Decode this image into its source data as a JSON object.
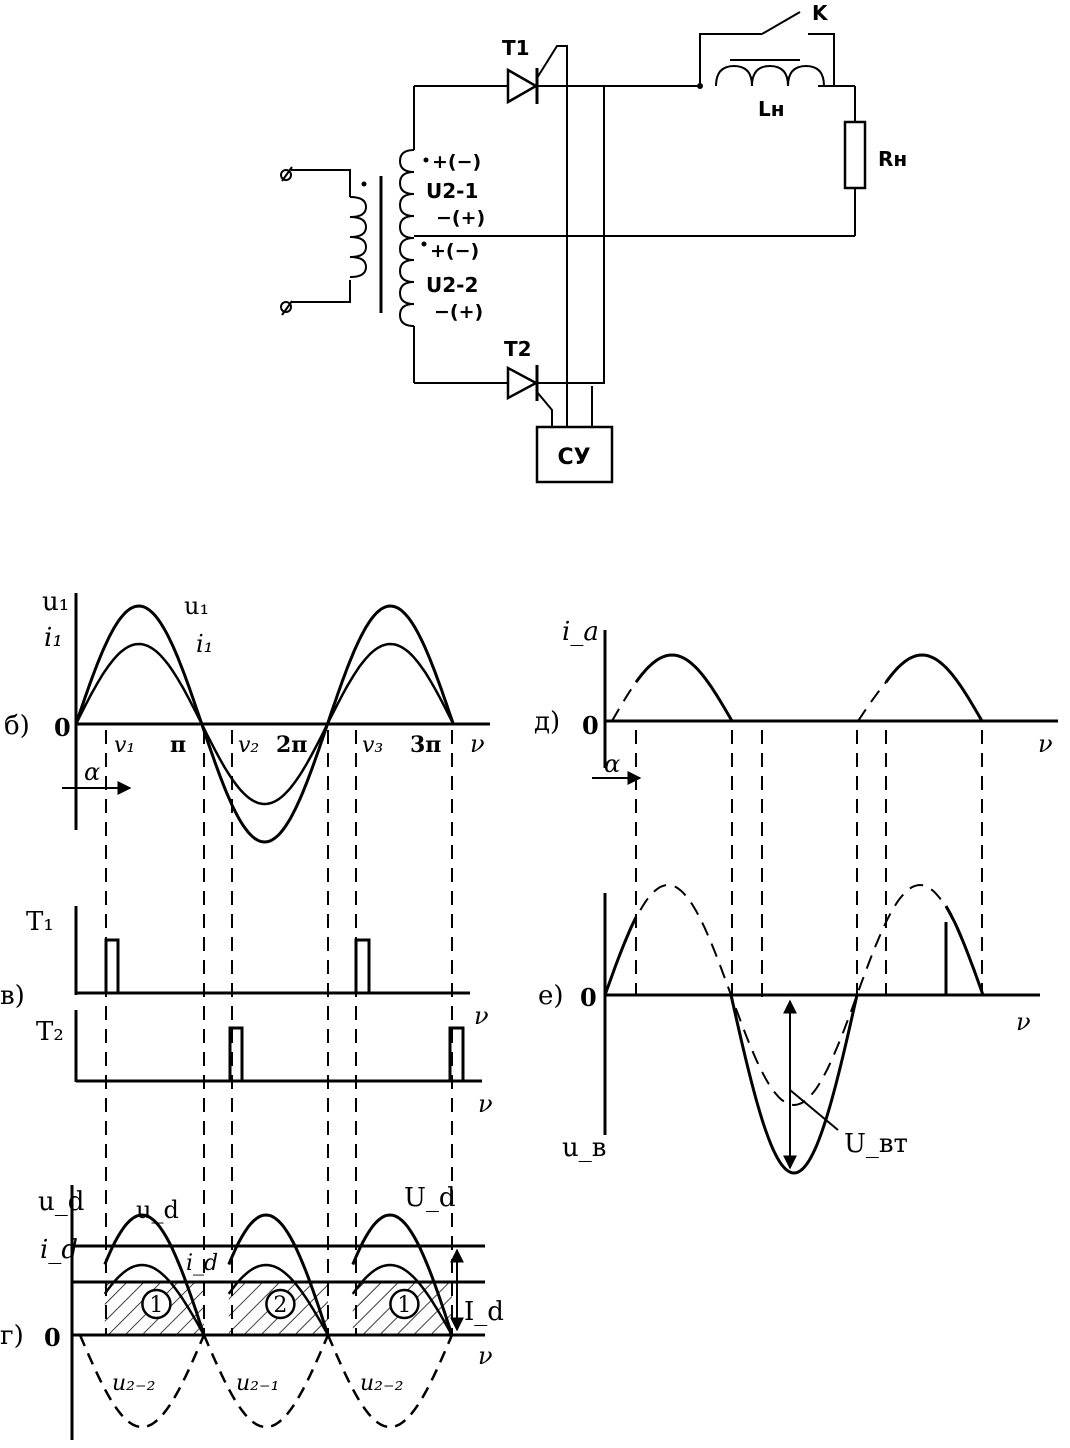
{
  "circuit": {
    "t1": "T1",
    "t2": "T2",
    "k": "K",
    "l_load": "Lн",
    "r_load": "Rн",
    "u21": "U2-1",
    "u22": "U2-2",
    "pol_top_upper": "+(−)",
    "pol_top_lower": "−(+)",
    "pol_bot_upper": "+(−)",
    "pol_bot_lower": "−(+)",
    "control_unit": "СУ"
  },
  "panel_b": {
    "letter": "б)",
    "y_label_top": "u₁",
    "y_label_bottom": "i₁",
    "curve_u": "u₁",
    "curve_i": "i₁",
    "origin": "0",
    "ticks": [
      "v₁",
      "π",
      "v₂",
      "2π",
      "v₃",
      "3π"
    ],
    "x_axis": "ν",
    "alpha": "α"
  },
  "panel_v": {
    "letter": "в)",
    "t1": "T₁",
    "t2": "T₂",
    "x_axis_1": "ν",
    "x_axis_2": "ν"
  },
  "panel_g": {
    "letter": "г)",
    "y_label_top": "u_d",
    "y_label_bottom": "i_d",
    "curve_ud": "u_d",
    "curve_id": "i_d",
    "level_Ud": "U_d",
    "level_Id": "I_d",
    "origin": "0",
    "x_axis": "ν",
    "pulse_labels": [
      "1",
      "2",
      "1"
    ],
    "neg_labels": [
      "u₂₋₂",
      "u₂₋₁",
      "u₂₋₂"
    ]
  },
  "panel_d": {
    "letter": "д)",
    "y_label": "i_a",
    "origin": "0",
    "x_axis": "ν",
    "alpha": "α"
  },
  "panel_e": {
    "letter": "е)",
    "origin": "0",
    "x_axis": "ν",
    "y_label": "u_в",
    "u_label": "U_вт"
  }
}
